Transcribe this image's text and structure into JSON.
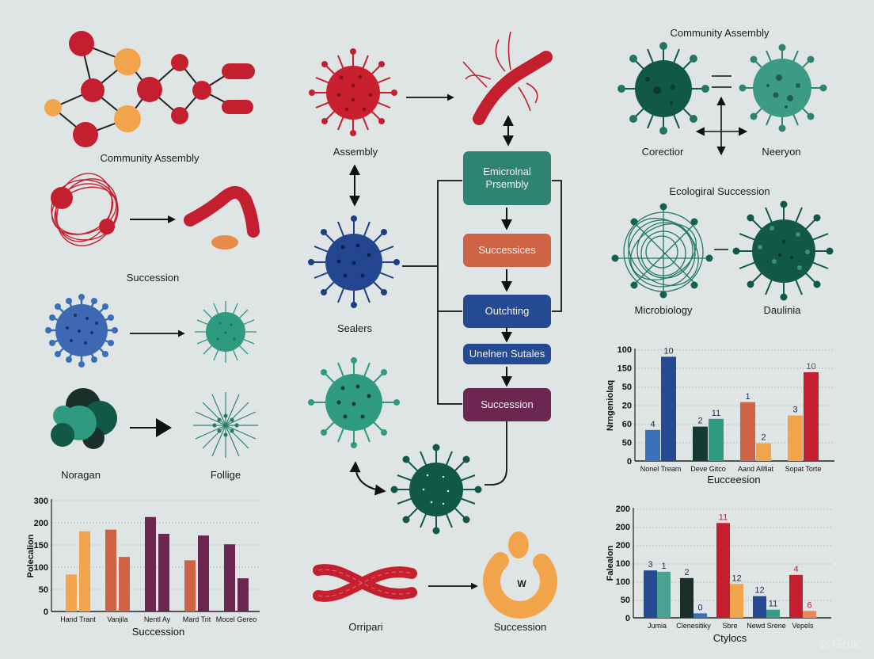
{
  "colors": {
    "background": "#dfe4e4",
    "red": "#c41f2e",
    "orange": "#f2a44a",
    "orange_dark": "#d4663f",
    "teal": "#2e9a80",
    "teal_dark": "#115846",
    "blue": "#2d5fa6",
    "navy": "#1f3f85",
    "plum": "#6b2652",
    "dark": "#1a2e2a"
  },
  "left_column": {
    "network": {
      "label": "Community Assembly"
    },
    "succession_row": {
      "label": "Succession"
    },
    "virus_row": {
      "left_label": "",
      "right_label": ""
    },
    "cluster_row": {
      "left_label": "Noragan",
      "right_label": "Follige"
    }
  },
  "center_column": {
    "assembly_label": "Assembly",
    "sealers_label": "Sealers",
    "bottom_left_label": "Orripari",
    "bottom_right_label": "Succession",
    "bottom_right_glyph": "W",
    "flowchart": {
      "boxes": [
        {
          "label": "Emicrolnal Prsembly",
          "color": "#2e8373"
        },
        {
          "label": "Successices",
          "color": "#cf6345"
        },
        {
          "label": "Outchting",
          "color": "#234a93"
        },
        {
          "label": "Unelnen Sutales",
          "color": "#234a93"
        },
        {
          "label": "Succession",
          "color": "#6b2652"
        }
      ]
    }
  },
  "right_column": {
    "top": {
      "title": "Community Assembly",
      "left_label": "Corectior",
      "right_label": "Neeryon"
    },
    "middle": {
      "title": "Ecologiral Succession",
      "left_label": "Microbiology",
      "right_label": "Daulinia"
    }
  },
  "chart_data": [
    {
      "type": "bar",
      "title": "",
      "xlabel": "Succession",
      "ylabel": "Polecalion",
      "ylim": [
        0,
        300
      ],
      "yticks": [
        "0",
        "50",
        "100",
        "150",
        "200",
        "300"
      ],
      "categories": [
        "Hand Trant",
        "Vanjila",
        "Nentl Ay",
        "Mard Trit",
        "Mocel Gereo"
      ],
      "series": [
        {
          "name": "bar1",
          "values": [
            88,
            195,
            225,
            122,
            160
          ],
          "colors": [
            "#f2a44a",
            "#cf6345",
            "#6b2652",
            "#cf6345",
            "#6b2652"
          ]
        },
        {
          "name": "bar2",
          "values": [
            191,
            130,
            185,
            181,
            79
          ],
          "colors": [
            "#f2a44a",
            "#cf6345",
            "#6b2652",
            "#6b2652",
            "#6b2652"
          ]
        }
      ],
      "grid": true,
      "legend": "none"
    },
    {
      "type": "bar",
      "title": "",
      "xlabel": "Eucceesion",
      "ylabel": "Nrngeniolaq",
      "yticks": [
        "0",
        "50",
        "60",
        "20",
        "50",
        "150",
        "100"
      ],
      "categories": [
        "Nonel Tream",
        "Deve Gitco",
        "Aand Allfiat",
        "Sopat Torte"
      ],
      "series": [
        {
          "name": "bar1",
          "values": [
            28,
            31,
            53,
            41
          ],
          "labels": [
            "4",
            "2",
            "1",
            "3"
          ],
          "colors": [
            "#3a71b8",
            "#143a33",
            "#cf6345",
            "#f2a44a"
          ]
        },
        {
          "name": "bar2",
          "values": [
            94,
            38,
            16,
            80
          ],
          "labels": [
            "10",
            "11",
            "2",
            "10"
          ],
          "colors": [
            "#234a93",
            "#2e9a80",
            "#f2a44a",
            "#c41f2e"
          ]
        }
      ],
      "grid": true,
      "legend": "none"
    },
    {
      "type": "bar",
      "title": "",
      "xlabel": "Ctylocs",
      "ylabel": "Falealon",
      "yticks": [
        "0",
        "50",
        "100",
        "100",
        "200",
        "200",
        "200"
      ],
      "categories": [
        "Jumia",
        "Clenesitiky",
        "Sbre",
        "Newd Srene",
        "Vepels"
      ],
      "series": [
        {
          "name": "bar1",
          "values": [
            105,
            88,
            210,
            48,
            95
          ],
          "labels": [
            "3",
            "2",
            "11",
            "12",
            "4"
          ],
          "colors": [
            "#234a93",
            "#1a2e2a",
            "#c41f2e",
            "#234a93",
            "#c41f2e"
          ]
        },
        {
          "name": "bar2",
          "values": [
            102,
            10,
            75,
            18,
            15
          ],
          "labels": [
            "1",
            "0",
            "12",
            "11",
            "6"
          ],
          "colors": [
            "#4aa392",
            "#3a71b8",
            "#f2a44a",
            "#3a9a8a",
            "#e8885a"
          ]
        }
      ],
      "grid": true,
      "legend": "none"
    }
  ],
  "watermark": {
    "text": "Grok"
  }
}
